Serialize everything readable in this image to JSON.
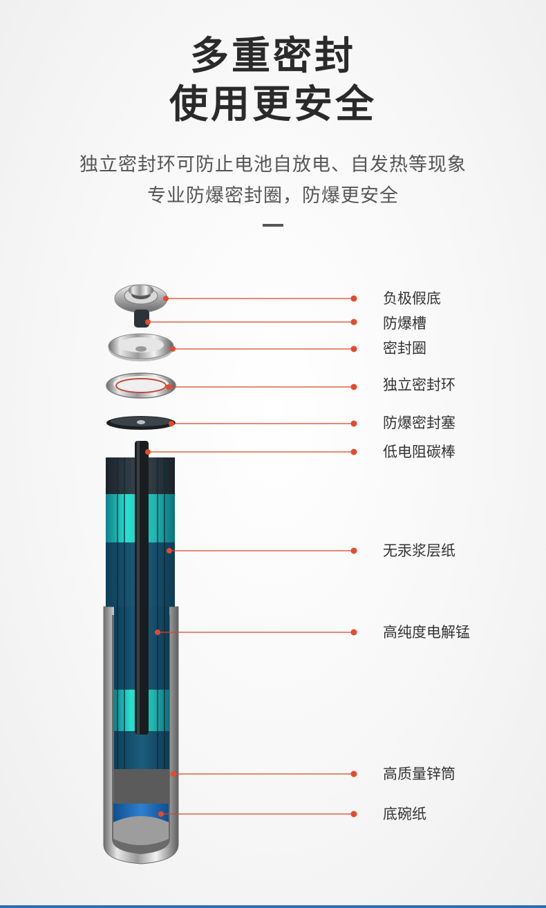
{
  "header": {
    "title_line1": "多重密封",
    "title_line2": "使用更安全",
    "subtitle_line1": "独立密封环可防止电池自放电、自发热等现象",
    "subtitle_line2": "专业防爆密封圈，防爆更安全"
  },
  "colors": {
    "callout_line": "#d9442a",
    "callout_dot": "#e8492c",
    "teal": "#1fd3c5",
    "navy": "#17506e",
    "accent_bar": "#2b6fb6"
  },
  "components": [
    {
      "label": "负极假底"
    },
    {
      "label": "防爆槽"
    },
    {
      "label": "密封圈"
    },
    {
      "label": "独立密封环"
    },
    {
      "label": "防爆密封塞"
    },
    {
      "label": "低电阻碳棒"
    },
    {
      "label": "无汞浆层纸"
    },
    {
      "label": "高纯度电解锰"
    },
    {
      "label": "高质量锌筒"
    },
    {
      "label": "底碗纸"
    }
  ]
}
